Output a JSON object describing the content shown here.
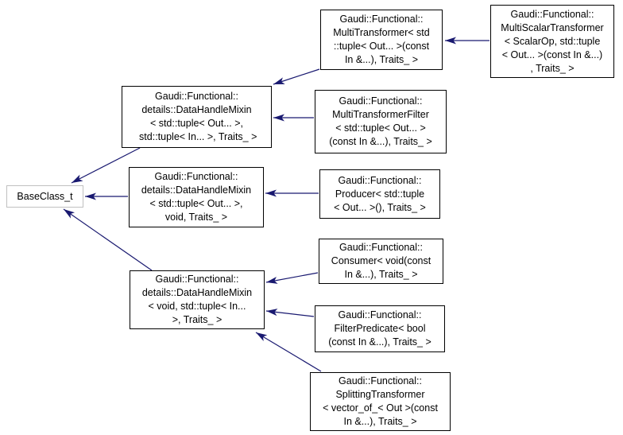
{
  "diagram": {
    "type": "class-inheritance-graph",
    "background_color": "#ffffff",
    "arrow_color": "#191970",
    "node_border_color": "#000000",
    "base_node_border_color": "#c0c0c0",
    "nodes": [
      {
        "id": "base-class-t",
        "label": "BaseClass_t"
      },
      {
        "id": "data-handle-mixin-out-in",
        "label": "Gaudi::Functional::\ndetails::DataHandleMixin\n< std::tuple< Out... >,\n std::tuple< In... >, Traits_ >"
      },
      {
        "id": "data-handle-mixin-out-void",
        "label": "Gaudi::Functional::\ndetails::DataHandleMixin\n< std::tuple< Out... >,\nvoid, Traits_ >"
      },
      {
        "id": "data-handle-mixin-void-in",
        "label": "Gaudi::Functional::\ndetails::DataHandleMixin\n< void, std::tuple< In...\n>, Traits_ >"
      },
      {
        "id": "multi-transformer",
        "label": "Gaudi::Functional::\nMultiTransformer< std\n::tuple< Out... >(const\nIn &...), Traits_ >"
      },
      {
        "id": "multi-scalar-transformer",
        "label": "Gaudi::Functional::\nMultiScalarTransformer\n< ScalarOp, std::tuple\n< Out... >(const In &...)\n, Traits_ >"
      },
      {
        "id": "multi-transformer-filter",
        "label": "Gaudi::Functional::\nMultiTransformerFilter\n< std::tuple< Out... >\n(const In &...), Traits_ >"
      },
      {
        "id": "producer",
        "label": "Gaudi::Functional::\nProducer< std::tuple\n< Out... >(), Traits_ >"
      },
      {
        "id": "consumer",
        "label": "Gaudi::Functional::\nConsumer< void(const\nIn &...), Traits_ >"
      },
      {
        "id": "filter-predicate",
        "label": "Gaudi::Functional::\nFilterPredicate< bool\n(const In &...), Traits_ >"
      },
      {
        "id": "splitting-transformer",
        "label": "Gaudi::Functional::\nSplittingTransformer\n< vector_of_< Out >(const\nIn &...), Traits_ >"
      }
    ],
    "edges": [
      {
        "from": "multi-scalar-transformer",
        "to": "multi-transformer"
      },
      {
        "from": "multi-transformer",
        "to": "data-handle-mixin-out-in"
      },
      {
        "from": "multi-transformer-filter",
        "to": "data-handle-mixin-out-in"
      },
      {
        "from": "data-handle-mixin-out-in",
        "to": "base-class-t"
      },
      {
        "from": "data-handle-mixin-out-void",
        "to": "base-class-t"
      },
      {
        "from": "producer",
        "to": "data-handle-mixin-out-void"
      },
      {
        "from": "data-handle-mixin-void-in",
        "to": "base-class-t"
      },
      {
        "from": "consumer",
        "to": "data-handle-mixin-void-in"
      },
      {
        "from": "filter-predicate",
        "to": "data-handle-mixin-void-in"
      },
      {
        "from": "splitting-transformer",
        "to": "data-handle-mixin-void-in"
      }
    ]
  }
}
